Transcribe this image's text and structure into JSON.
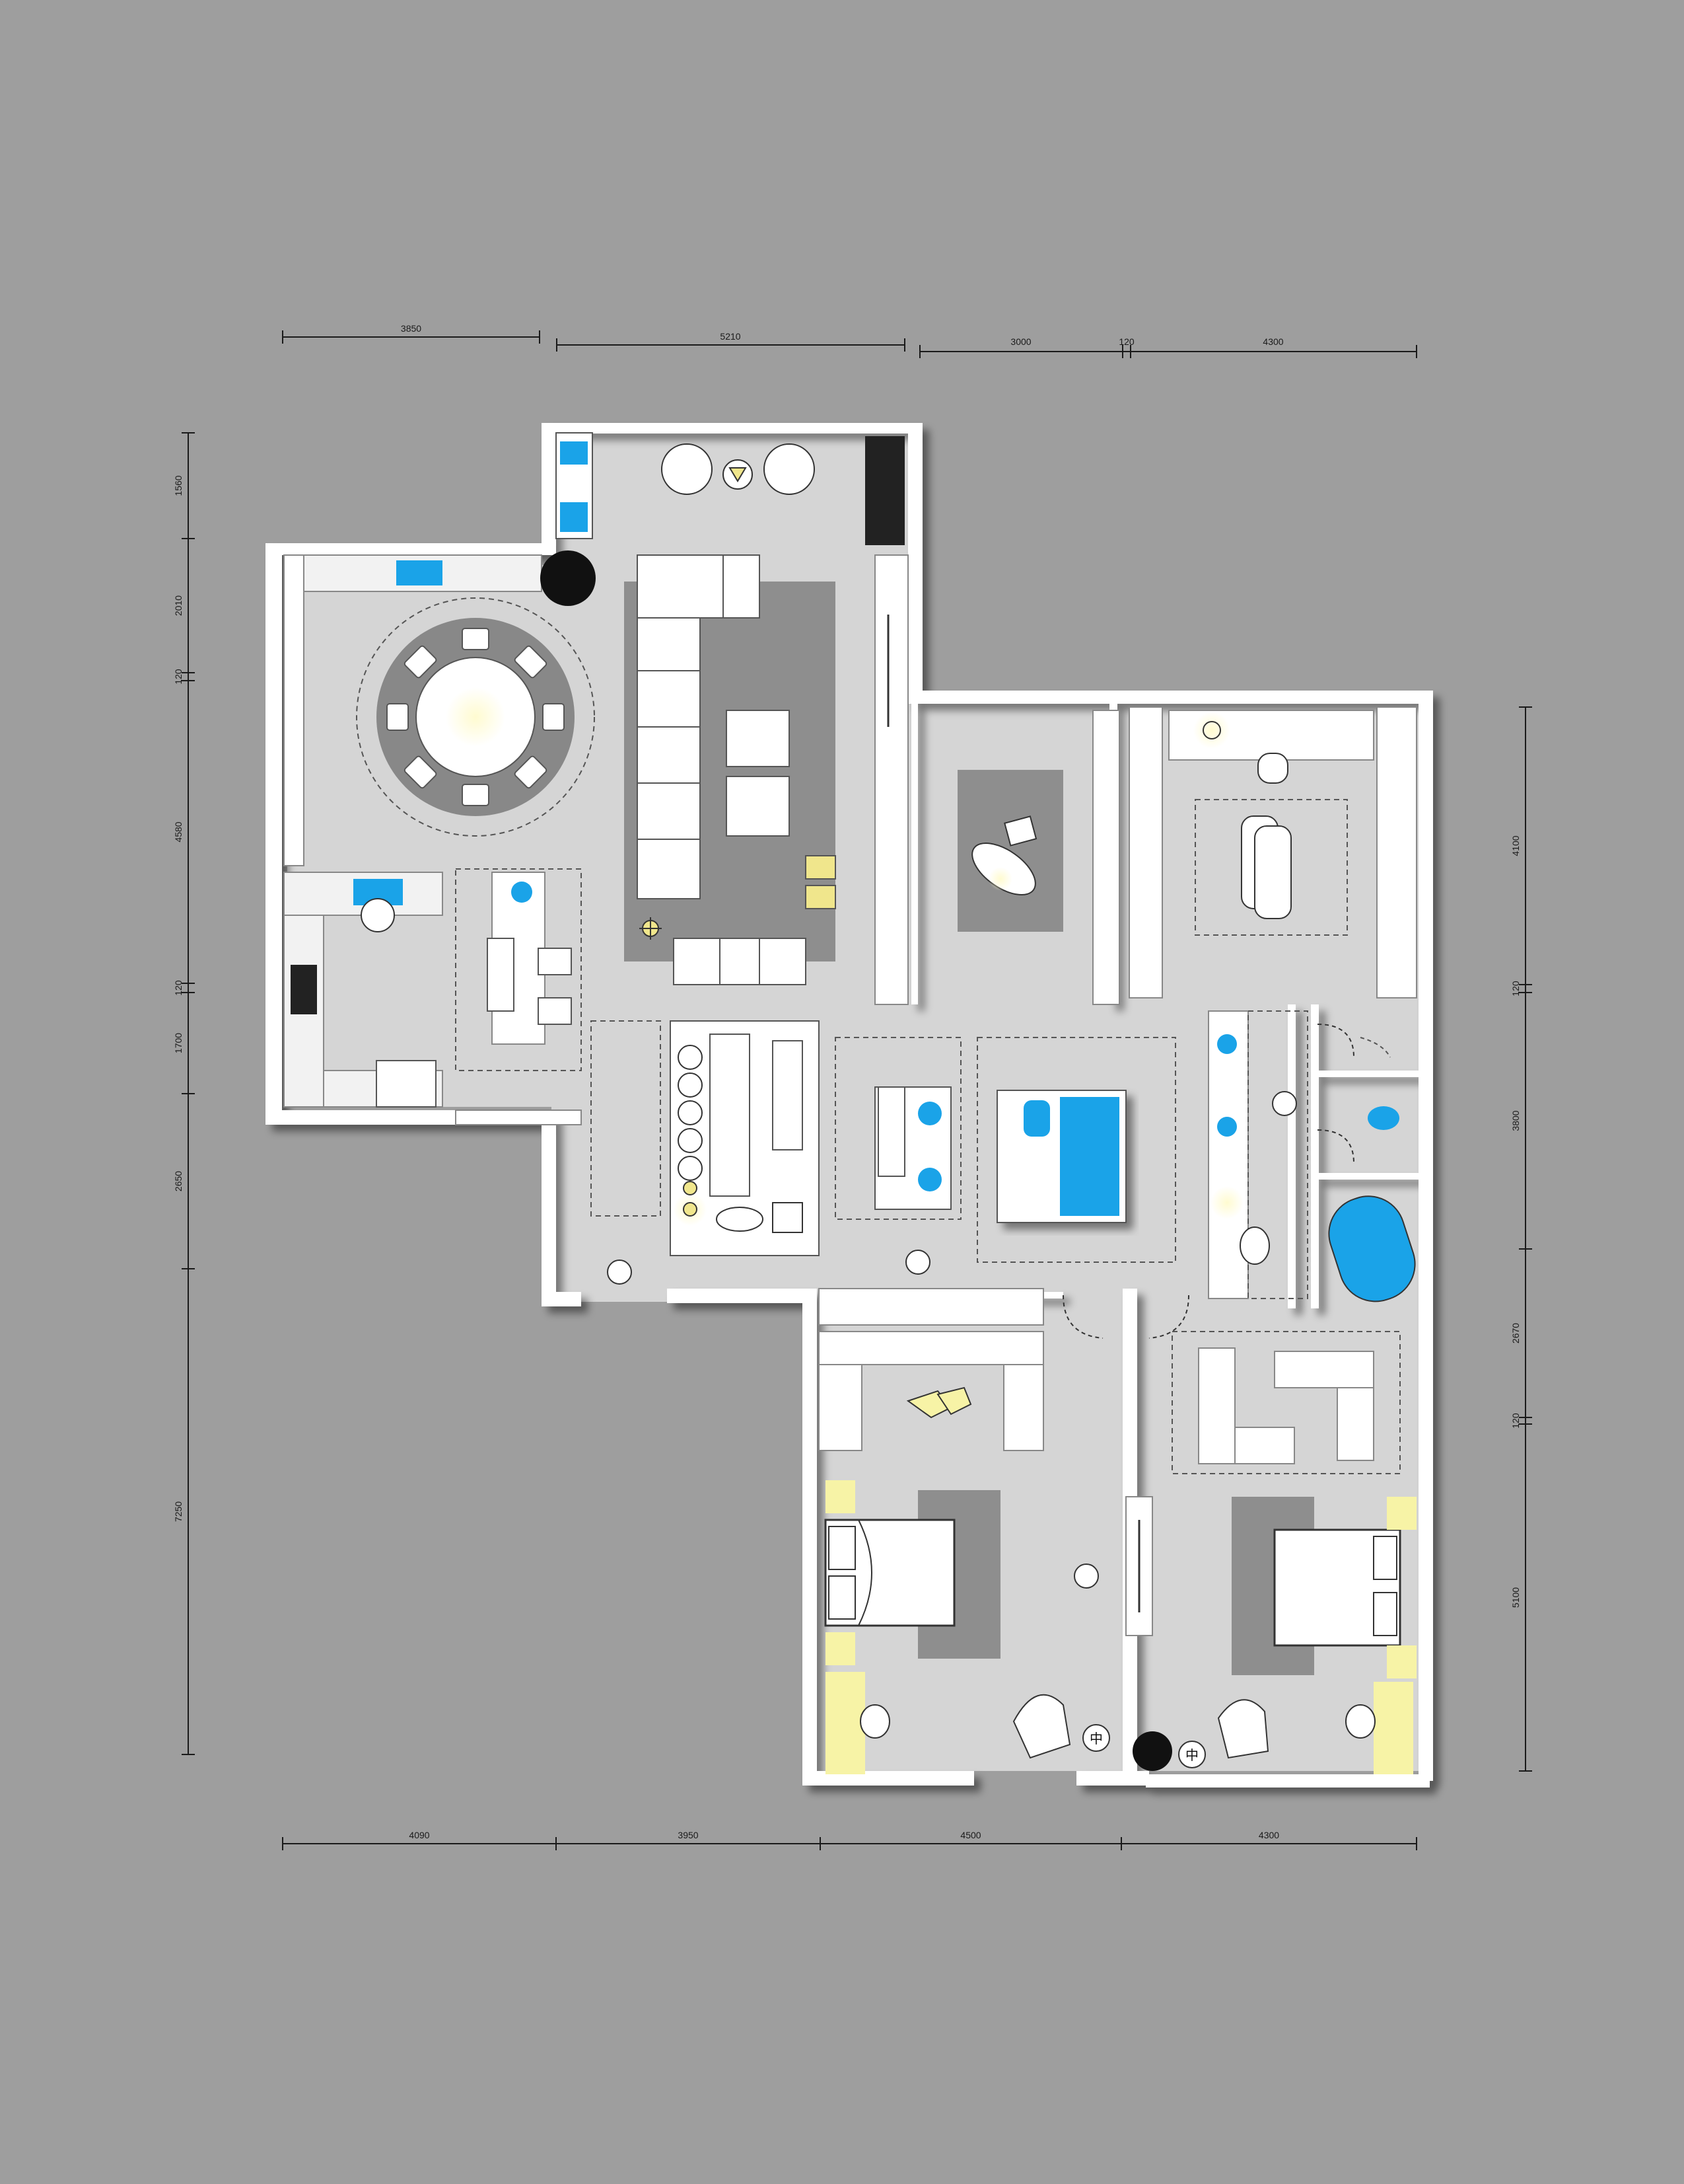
{
  "colors": {
    "background": "#9e9e9e",
    "floor": "#d5d5d5",
    "wall": "#ffffff",
    "rug": "#8e8e8e",
    "water": "#1aa3e8",
    "lamp": "#f7f3a6",
    "furniture": "#ffffff",
    "dim": "#1a1a1a"
  },
  "dimensions": {
    "top": [
      "3850",
      "5210",
      "3000",
      "120",
      "4300"
    ],
    "bottom": [
      "4090",
      "3950",
      "4500",
      "4300"
    ],
    "left": [
      "1560",
      "2010",
      "120",
      "4580",
      "120",
      "1700",
      "2650",
      "7250"
    ],
    "right": [
      "4100",
      "120",
      "3800",
      "2670",
      "120",
      "5100"
    ]
  },
  "symbols": {
    "center_mark": "中"
  }
}
